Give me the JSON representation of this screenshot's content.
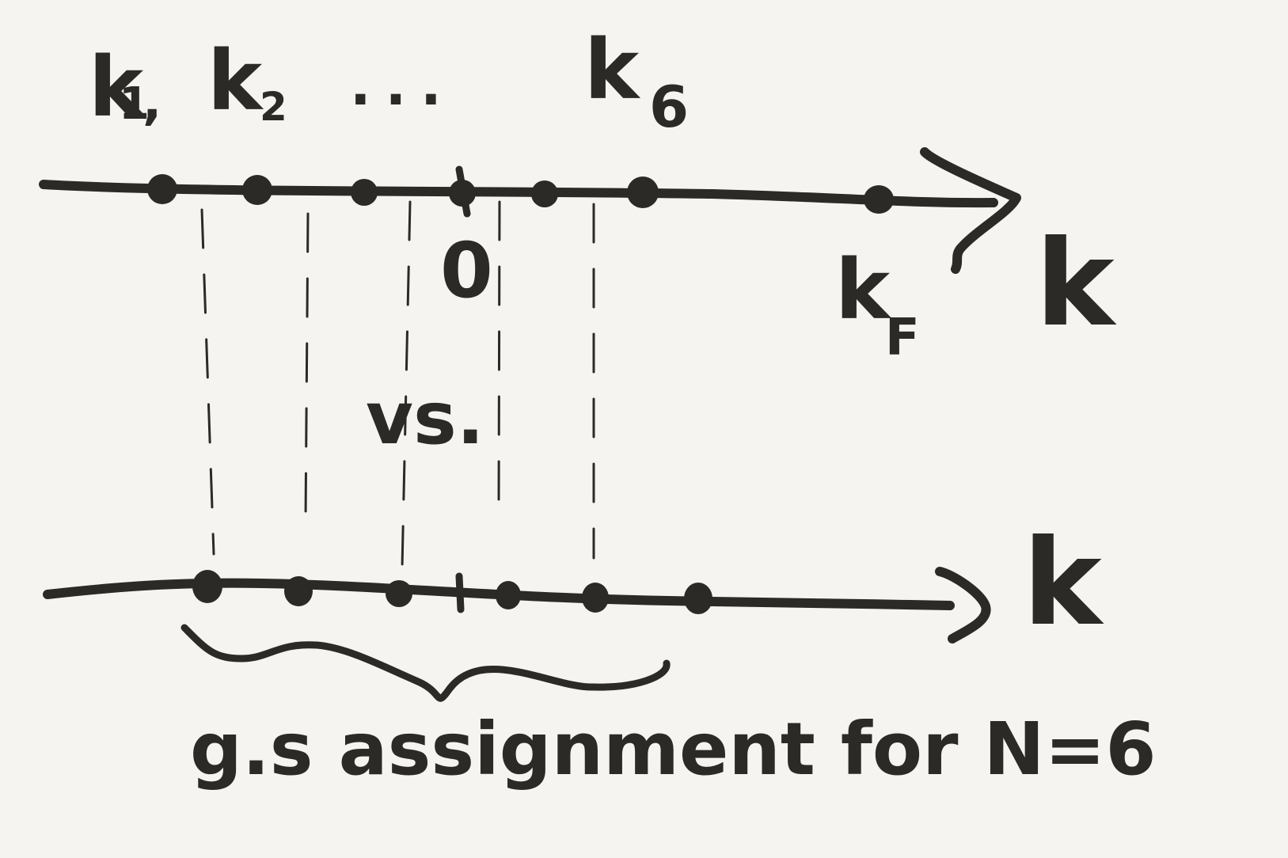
{
  "diagram": {
    "ink_color": "#2b2a27",
    "background": "#f5f4f0",
    "top_axis": {
      "axis_label": "k",
      "origin_label": "0",
      "point_labels": [
        "k",
        "1",
        ",",
        "k",
        "2",
        "...",
        "k",
        "6"
      ],
      "extra_label": "k",
      "extra_subscript": "F",
      "point_count": 7
    },
    "comparison_text": "vs.",
    "bottom_axis": {
      "axis_label": "k",
      "point_count": 6
    },
    "caption": "g.s assignment for N=6"
  }
}
